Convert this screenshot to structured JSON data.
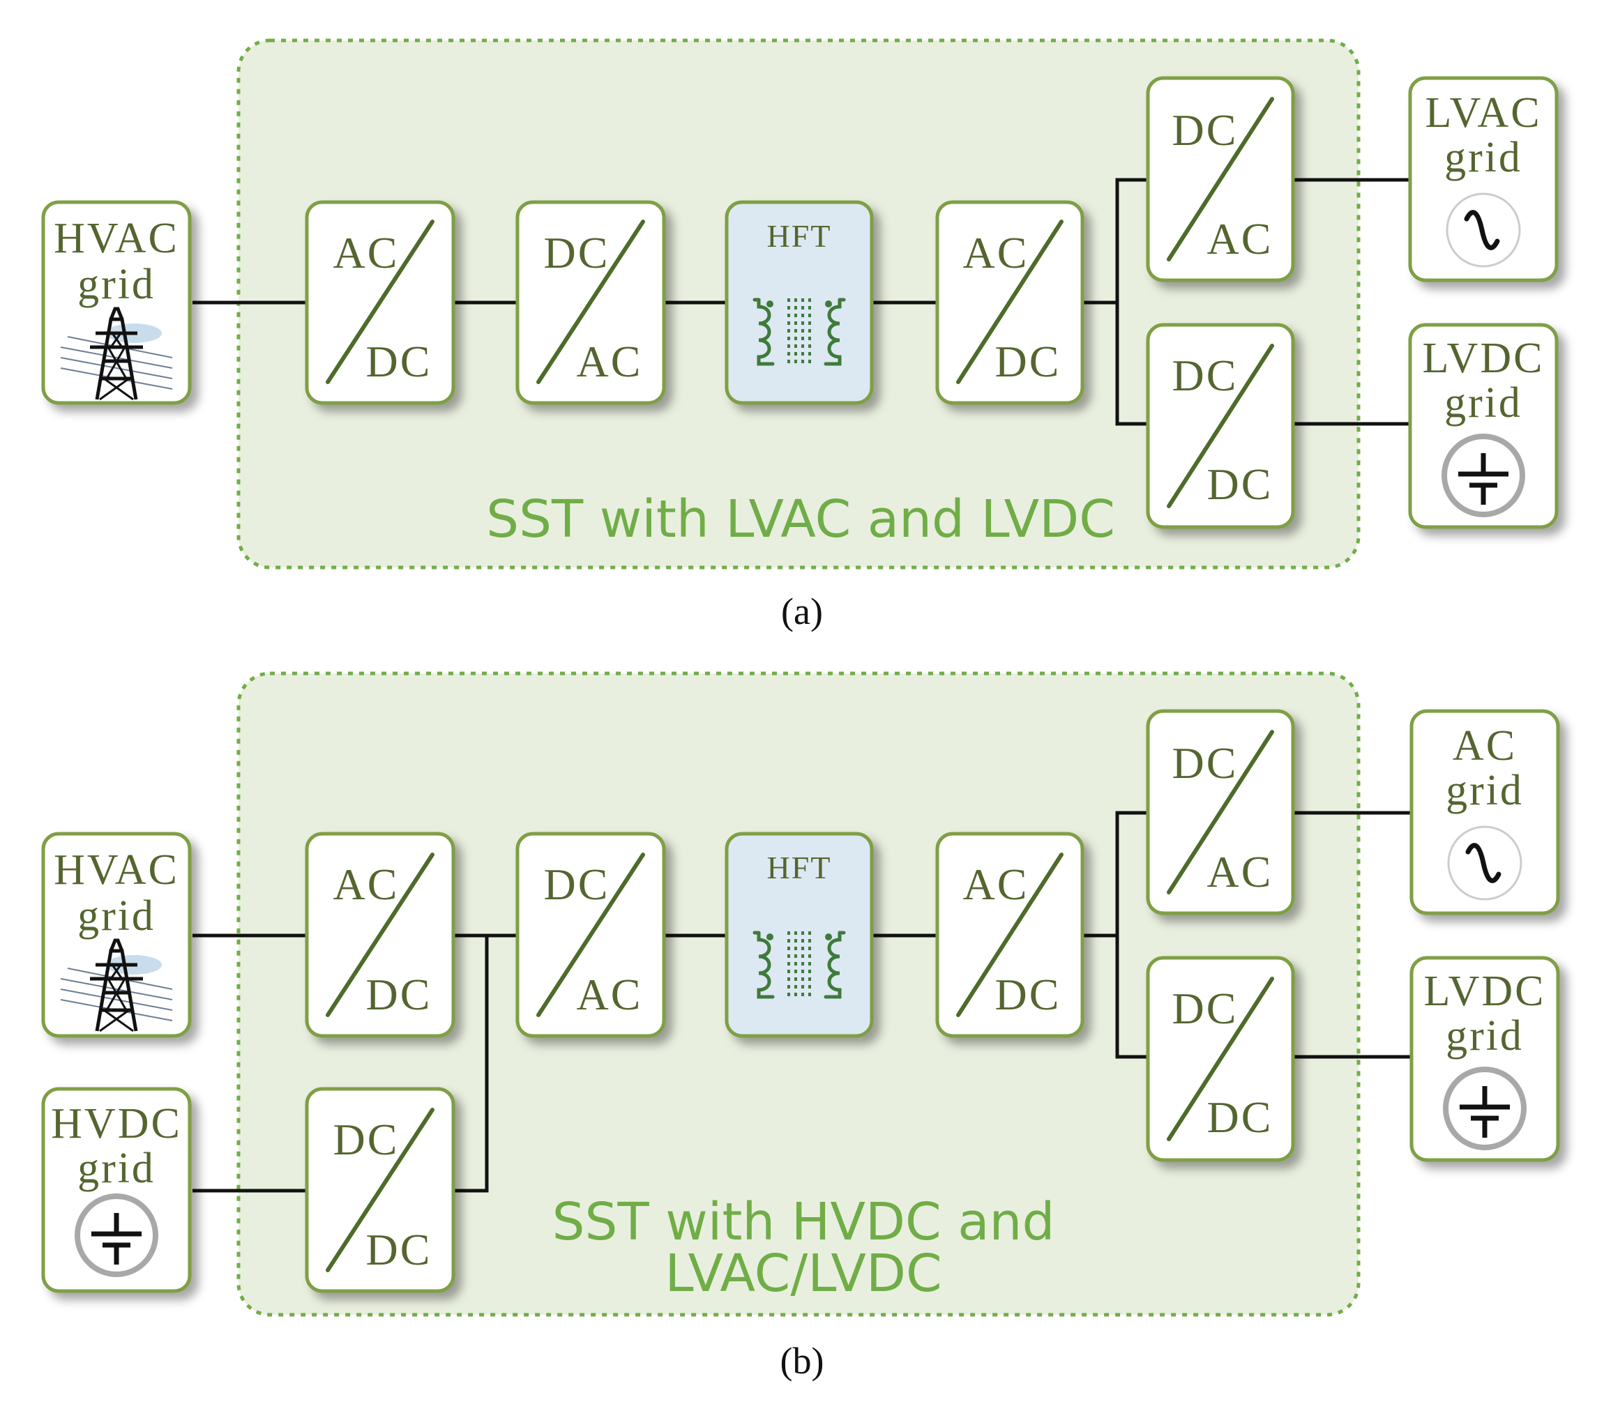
{
  "diagram_a": {
    "caption": "(a)",
    "region_label_lines": [
      "SST with LVAC and LVDC"
    ],
    "hvac": {
      "line1": "HVAC",
      "line2": "grid",
      "icon": "transmission-tower-icon"
    },
    "converters": [
      {
        "top": "AC",
        "bottom": "DC"
      },
      {
        "top": "DC",
        "bottom": "AC"
      },
      {
        "top": "AC",
        "bottom": "DC"
      }
    ],
    "hft_label": "HFT",
    "upper_converter": {
      "top": "DC",
      "bottom": "AC"
    },
    "lower_converter": {
      "top": "DC",
      "bottom": "DC"
    },
    "upper_grid": {
      "line1": "LVAC",
      "line2": "grid",
      "icon": "ac-sine-icon"
    },
    "lower_grid": {
      "line1": "LVDC",
      "line2": "grid",
      "icon": "dc-battery-icon"
    }
  },
  "diagram_b": {
    "caption": "(b)",
    "region_label_lines": [
      "SST with HVDC and",
      "LVAC/LVDC"
    ],
    "hvac": {
      "line1": "HVAC",
      "line2": "grid",
      "icon": "transmission-tower-icon"
    },
    "hvdc": {
      "line1": "HVDC",
      "line2": "grid",
      "icon": "dc-battery-icon"
    },
    "converters": [
      {
        "top": "AC",
        "bottom": "DC"
      },
      {
        "top": "DC",
        "bottom": "AC"
      },
      {
        "top": "AC",
        "bottom": "DC"
      }
    ],
    "hvdc_converter": {
      "top": "DC",
      "bottom": "DC"
    },
    "hft_label": "HFT",
    "upper_converter": {
      "top": "DC",
      "bottom": "AC"
    },
    "lower_converter": {
      "top": "DC",
      "bottom": "DC"
    },
    "upper_grid": {
      "line1": "AC",
      "line2": "grid",
      "icon": "ac-sine-icon"
    },
    "lower_grid": {
      "line1": "LVDC",
      "line2": "grid",
      "icon": "dc-battery-icon"
    }
  },
  "colors": {
    "region_fill": "#e9efdf",
    "border_green": "#7f9f44",
    "label_green": "#70ad47",
    "hft_fill": "#dce8f2"
  }
}
